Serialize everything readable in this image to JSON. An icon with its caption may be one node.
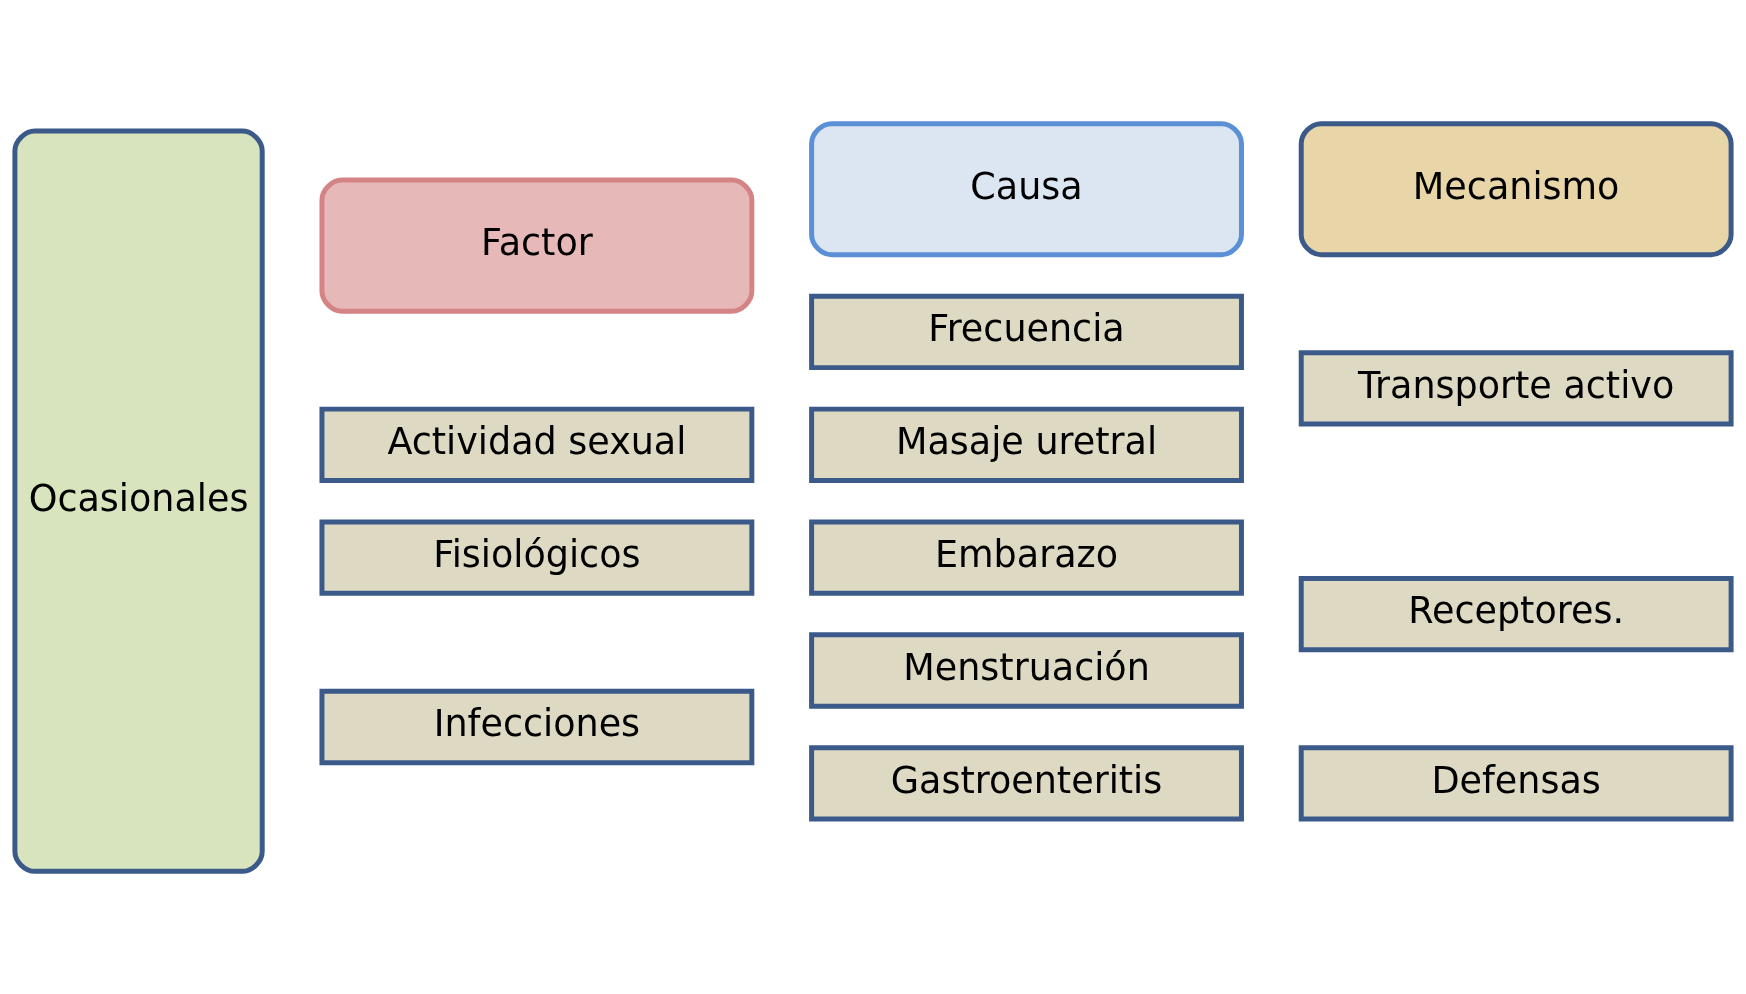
{
  "diagram": {
    "nodes": [
      {
        "text": [
          "Factor"
        ]
      },
      {
        "text": [
          "Causa"
        ]
      },
      {
        "text": [
          "Mecanismo"
        ]
      },
      {
        "text": [
          "Ocasionales"
        ]
      },
      {
        "text": [
          "Actividad sexual"
        ]
      },
      {
        "text": [
          "Frecuencia"
        ]
      },
      {
        "text": [
          "Masaje uretral"
        ]
      },
      {
        "text": [
          "Transporte activo"
        ]
      },
      {
        "text": [
          "Fisiológicos"
        ]
      },
      {
        "text": [
          "Embarazo"
        ]
      },
      {
        "text": [
          "Menstruación"
        ]
      },
      {
        "text": [
          "Receptores."
        ]
      },
      {
        "text": [
          "Infecciones"
        ]
      },
      {
        "text": [
          "Gastroenteritis"
        ]
      },
      {
        "text": [
          "Defensas"
        ]
      }
    ],
    "edges": []
  }
}
